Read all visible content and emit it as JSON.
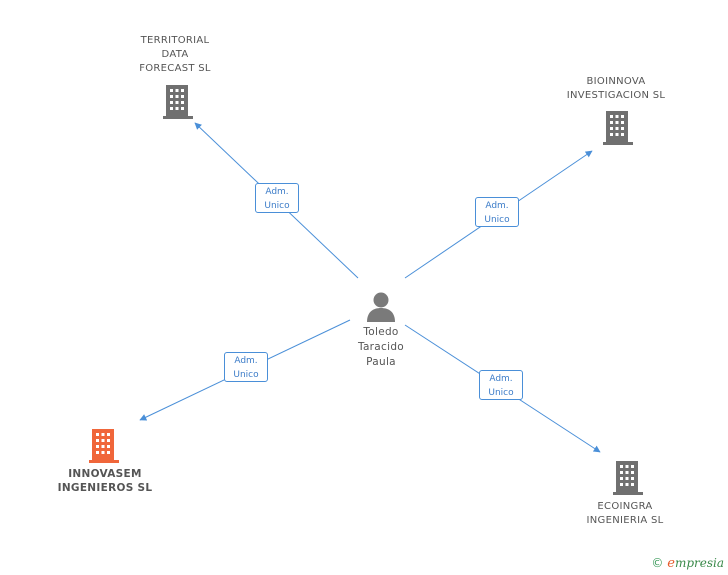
{
  "person": {
    "name_lines": [
      "Toledo",
      "Taracido",
      "Paula"
    ]
  },
  "companies": [
    {
      "id": "territorial",
      "lines": [
        "TERRITORIAL",
        "DATA",
        "FORECAST SL"
      ],
      "color": "#707070"
    },
    {
      "id": "bioinnova",
      "lines": [
        "BIOINNOVA",
        "INVESTIGACION SL"
      ],
      "color": "#707070"
    },
    {
      "id": "innovasem",
      "lines": [
        "INNOVASEM",
        "INGENIEROS SL"
      ],
      "color": "#f0663a"
    },
    {
      "id": "ecoingra",
      "lines": [
        "ECOINGRA",
        "INGENIERIA SL"
      ],
      "color": "#707070"
    }
  ],
  "relations": [
    {
      "target": "territorial",
      "lines": [
        "Adm.",
        "Unico"
      ]
    },
    {
      "target": "bioinnova",
      "lines": [
        "Adm.",
        "Unico"
      ]
    },
    {
      "target": "innovasem",
      "lines": [
        "Adm.",
        "Unico"
      ]
    },
    {
      "target": "ecoingra",
      "lines": [
        "Adm.",
        "Unico"
      ]
    }
  ],
  "colors": {
    "edge": "#4a8fd8",
    "person_icon": "#7a7a7a"
  },
  "footer": {
    "copyright": "©",
    "brand_initial": "e",
    "brand_rest": "mpresia"
  }
}
